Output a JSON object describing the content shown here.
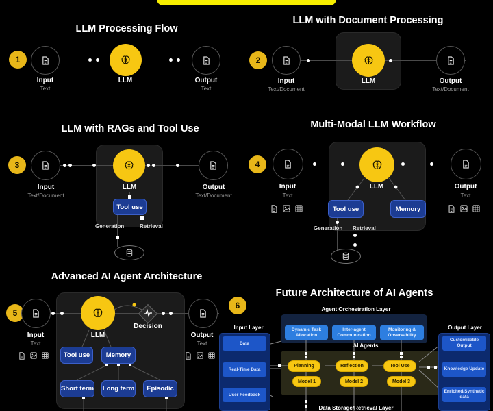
{
  "colors": {
    "accent_yellow": "#f7c712",
    "badge_yellow": "#e8b719",
    "banner": "#f7ee00",
    "box_blue": "#1c3c93",
    "layer_blue": "#1d56c8",
    "background": "#000000"
  },
  "icons": {
    "doc": "document-icon",
    "brain": "brain-icon",
    "image": "image-icon",
    "table": "table-icon",
    "database": "database-icon",
    "decision": "pulse-icon"
  },
  "d1": {
    "number": "1",
    "title": "LLM Processing Flow",
    "input": {
      "label": "Input",
      "sub": "Text"
    },
    "llm": "LLM",
    "output": {
      "label": "Output",
      "sub": "Text"
    }
  },
  "d2": {
    "number": "2",
    "title": "LLM with Document Processing",
    "input": {
      "label": "Input",
      "sub": "Text/Document"
    },
    "llm": "LLM",
    "output": {
      "label": "Output",
      "sub": "Text/Document"
    }
  },
  "d3": {
    "number": "3",
    "title": "LLM with RAGs and Tool Use",
    "input": {
      "label": "Input",
      "sub": "Text/Document"
    },
    "llm": "LLM",
    "output": {
      "label": "Output",
      "sub": "Text/Document"
    },
    "tool": "Tool use",
    "generation": "Generation",
    "retrieval": "Retrieval"
  },
  "d4": {
    "number": "4",
    "title": "Multi-Modal LLM Workflow",
    "input": {
      "label": "Input",
      "sub": "Text"
    },
    "llm": "LLM",
    "output": {
      "label": "Output",
      "sub": "Text"
    },
    "tool": "Tool use",
    "memory": "Memory",
    "generation": "Generation",
    "retrieval": "Retrieval"
  },
  "d5": {
    "number": "5",
    "title": "Advanced AI Agent Architecture",
    "input": {
      "label": "Input",
      "sub": "Text"
    },
    "llm": "LLM",
    "decision": "Decision",
    "output": {
      "label": "Output",
      "sub": "Text"
    },
    "tool": "Tool use",
    "memory": "Memory",
    "short_term": "Short term",
    "long_term": "Long term",
    "episodic": "Episodic"
  },
  "d6": {
    "number": "6",
    "title": "Future Architecture of AI Agents",
    "input_layer": {
      "title": "Input Layer",
      "items": [
        "Data",
        "Real-Time Data",
        "User Feedback"
      ]
    },
    "orchestration": {
      "title": "Agent Orchestration Layer",
      "items": [
        "Dynamic Task Allocation",
        "Inter-agent Communication",
        "Monitoring & Observability"
      ]
    },
    "agents": {
      "title": "AI Agents",
      "roles": [
        "Planning",
        "Reflection",
        "Tool Use"
      ],
      "models": [
        "Model 1",
        "Model 2",
        "Model 3"
      ]
    },
    "output_layer": {
      "title": "Output Layer",
      "items": [
        "Customizable Output",
        "Knowledge Update",
        "Enriched/Synthetic data"
      ]
    },
    "storage": {
      "title": "Data Storage/Retrieval Layer"
    }
  }
}
